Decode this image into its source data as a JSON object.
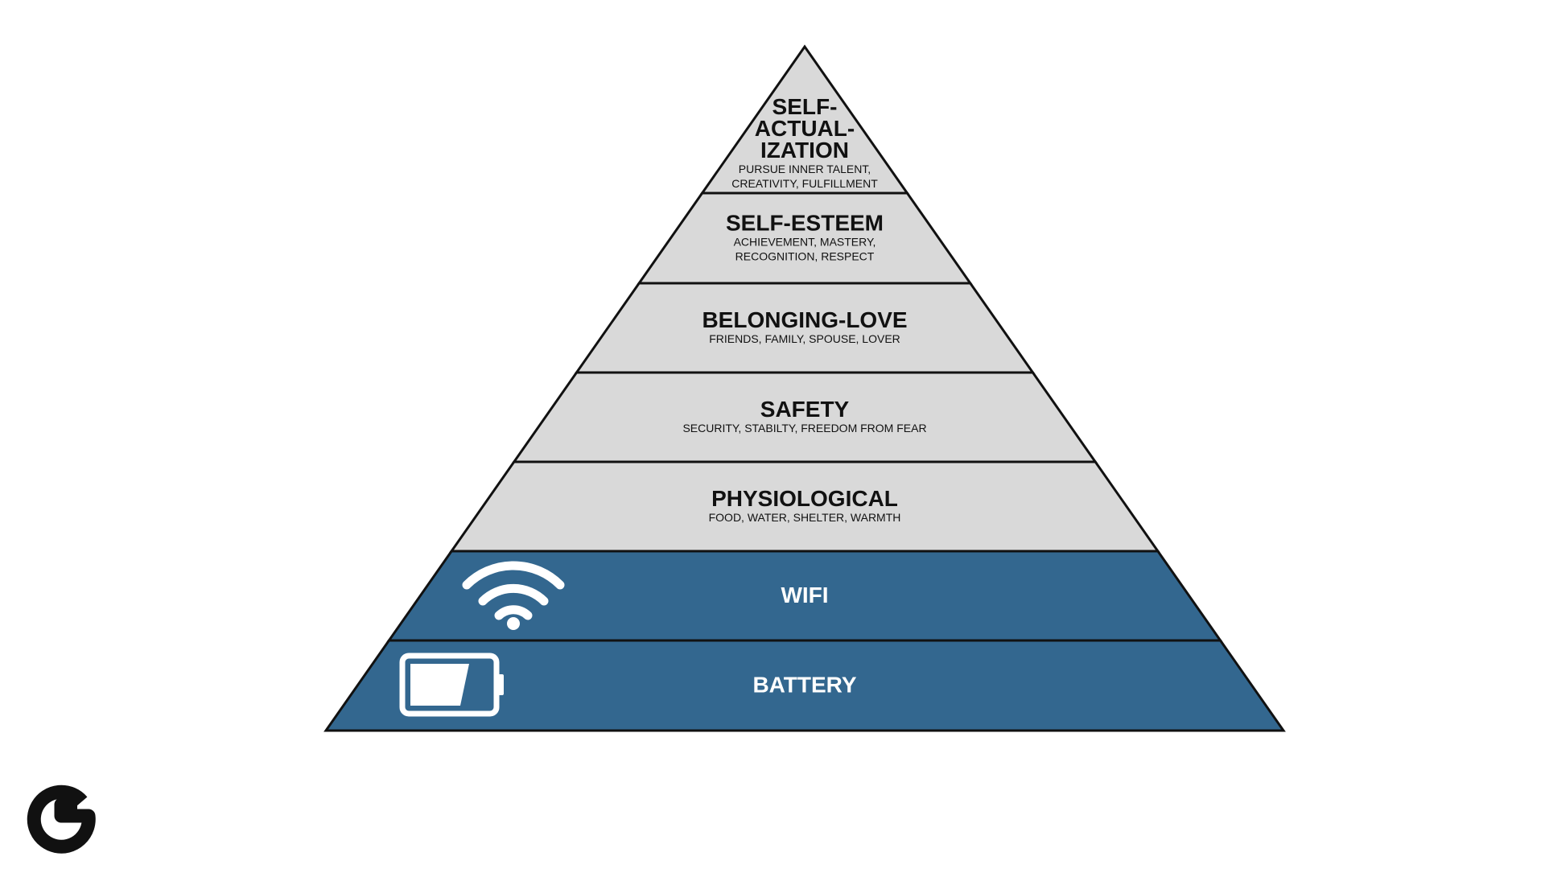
{
  "diagram": {
    "colors": {
      "gray_fill": "#d9d9d9",
      "blue_fill": "#33678f",
      "stroke": "#111111",
      "light_text": "#ffffff",
      "dark_text": "#111111",
      "logo": "#111111"
    },
    "levels": [
      {
        "title_lines": [
          "SELF-",
          "ACTUAL-",
          "IZATION"
        ],
        "subtitle_lines": [
          "PURSUE INNER TALENT,",
          "CREATIVITY, FULFILLMENT"
        ],
        "fill": "gray"
      },
      {
        "title_lines": [
          "SELF-ESTEEM"
        ],
        "subtitle_lines": [
          "ACHIEVEMENT, MASTERY,",
          "RECOGNITION, RESPECT"
        ],
        "fill": "gray"
      },
      {
        "title_lines": [
          "BELONGING-LOVE"
        ],
        "subtitle_lines": [
          "FRIENDS, FAMILY, SPOUSE, LOVER"
        ],
        "fill": "gray"
      },
      {
        "title_lines": [
          "SAFETY"
        ],
        "subtitle_lines": [
          "SECURITY, STABILTY, FREEDOM FROM FEAR"
        ],
        "fill": "gray"
      },
      {
        "title_lines": [
          "PHYSIOLOGICAL"
        ],
        "subtitle_lines": [
          "FOOD, WATER, SHELTER, WARMTH"
        ],
        "fill": "gray"
      },
      {
        "title_lines": [
          "WIFI"
        ],
        "subtitle_lines": [],
        "fill": "blue",
        "icon": "wifi-icon"
      },
      {
        "title_lines": [
          "BATTERY"
        ],
        "subtitle_lines": [],
        "fill": "blue",
        "icon": "battery-icon"
      }
    ]
  },
  "logo": {
    "icon": "g-logo-icon"
  }
}
